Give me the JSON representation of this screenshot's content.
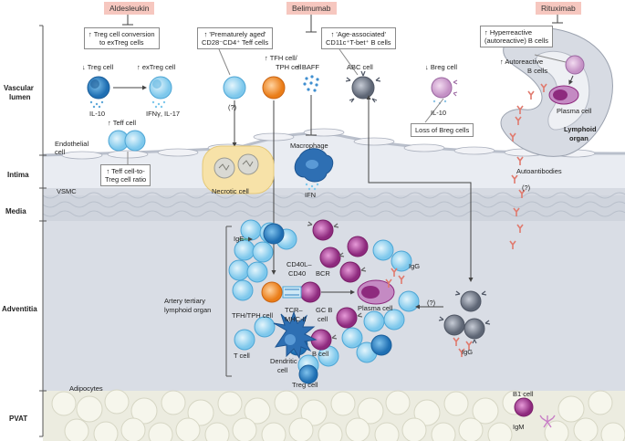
{
  "colors": {
    "drug_tag": "#f6c7bf",
    "intima": "#e9ecf2",
    "adventitia": "#d7dbe3",
    "pvat": "#e6e6d6",
    "treg": "#2f7fc1",
    "teff": "#8fd0ef",
    "tfh": "#f08c2a",
    "bcell": "#a93c94",
    "abc": "#7d8593",
    "macrophage": "#2e6fb3",
    "antibody": "#e07a6e"
  },
  "drugs": {
    "aldesleukin": "Aldesleukin",
    "belimumab": "Belimumab",
    "rituximab": "Rituximab"
  },
  "layers": {
    "lumen_1": "Vascular",
    "lumen_2": "lumen",
    "intima": "Intima",
    "media": "Media",
    "adventitia": "Adventitia",
    "pvat": "PVAT"
  },
  "callouts": {
    "treg_conversion_1": "↑ Treg cell conversion",
    "treg_conversion_2": "to exTreg cells",
    "ratio_1": "↑ Teff cell-to-",
    "ratio_2": "Treg cell ratio",
    "aged_1": "↑ 'Prematurely aged'",
    "aged_2": "CD28⁻CD4⁺ Teff cells",
    "abc_1": "↑ 'Age-associated'",
    "abc_2": "CD11c⁺T-bet⁺ B cells",
    "breg_loss": "Loss of Breg cells",
    "hyper_1": "↑ Hyperreactive",
    "hyper_2": "(autoreactive) B cells"
  },
  "labels": {
    "treg_down": "↓ Treg cell",
    "extreg_up": "↑ exTreg cell",
    "il10": "IL-10",
    "ifn_il17": "IFNγ, IL-17",
    "teff_up": "↑ Teff cell",
    "question": "(?)",
    "tfh_up_1": "↑ TFH cell/",
    "tfh_up_2": "TPH cell",
    "baff_up": "↑ BAFF",
    "abc_cell": "ABC cell",
    "breg_down": "↓ Breg cell",
    "il10_b": "IL-10",
    "auto_b_1": "↑ Autoreactive",
    "auto_b_2": "B cells",
    "plasma_cell": "Plasma cell",
    "lymphoid_1": "Lymphoid",
    "lymphoid_2": "organ",
    "endothelial_1": "Endothelial",
    "endothelial_2": "cell",
    "vsmc": "VSMC",
    "necrotic": "Necrotic cell",
    "macrophage": "Macrophage",
    "ifn": "IFN",
    "autoantibodies": "Autoantibodies",
    "ige": "IgE",
    "igg_1": "IgG",
    "cd40_1": "CD40L–",
    "cd40_2": "CD40",
    "bcr": "BCR",
    "atlo_1": "Artery tertiary",
    "atlo_2": "lymphoid organ",
    "tfh_tph": "TFH/TPH cell",
    "tcr_1": "TCR–",
    "tcr_2": "MHC-II",
    "gc_b_1": "GC B",
    "gc_b_2": "cell",
    "plasma_cell_adv": "Plasma cell",
    "q_adv": "(?)",
    "igg_2": "IgG",
    "t_cell": "T cell",
    "b_cell": "B cell",
    "dendritic_1": "Dendritic",
    "dendritic_2": "cell",
    "treg_cell": "Treg cell",
    "adipocytes": "Adipocytes",
    "b1_cell": "B1 cell",
    "igm": "IgM"
  }
}
